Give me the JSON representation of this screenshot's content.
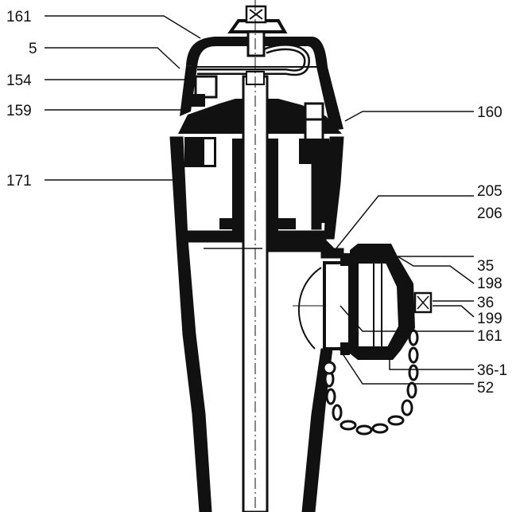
{
  "diagram": {
    "callouts_left": [
      {
        "id": "l161",
        "text": "161"
      },
      {
        "id": "l5",
        "text": "5"
      },
      {
        "id": "l154",
        "text": "154"
      },
      {
        "id": "l159",
        "text": "159"
      },
      {
        "id": "l171",
        "text": "171"
      }
    ],
    "callouts_right": [
      {
        "id": "r160",
        "text": "160"
      },
      {
        "id": "r205",
        "text": "205"
      },
      {
        "id": "r206",
        "text": "206"
      },
      {
        "id": "r35",
        "text": "35"
      },
      {
        "id": "r198",
        "text": "198"
      },
      {
        "id": "r36",
        "text": "36"
      },
      {
        "id": "r199",
        "text": "199"
      },
      {
        "id": "r161b",
        "text": "161"
      },
      {
        "id": "r36-1",
        "text": "36-1"
      },
      {
        "id": "r52",
        "text": "52"
      }
    ]
  }
}
